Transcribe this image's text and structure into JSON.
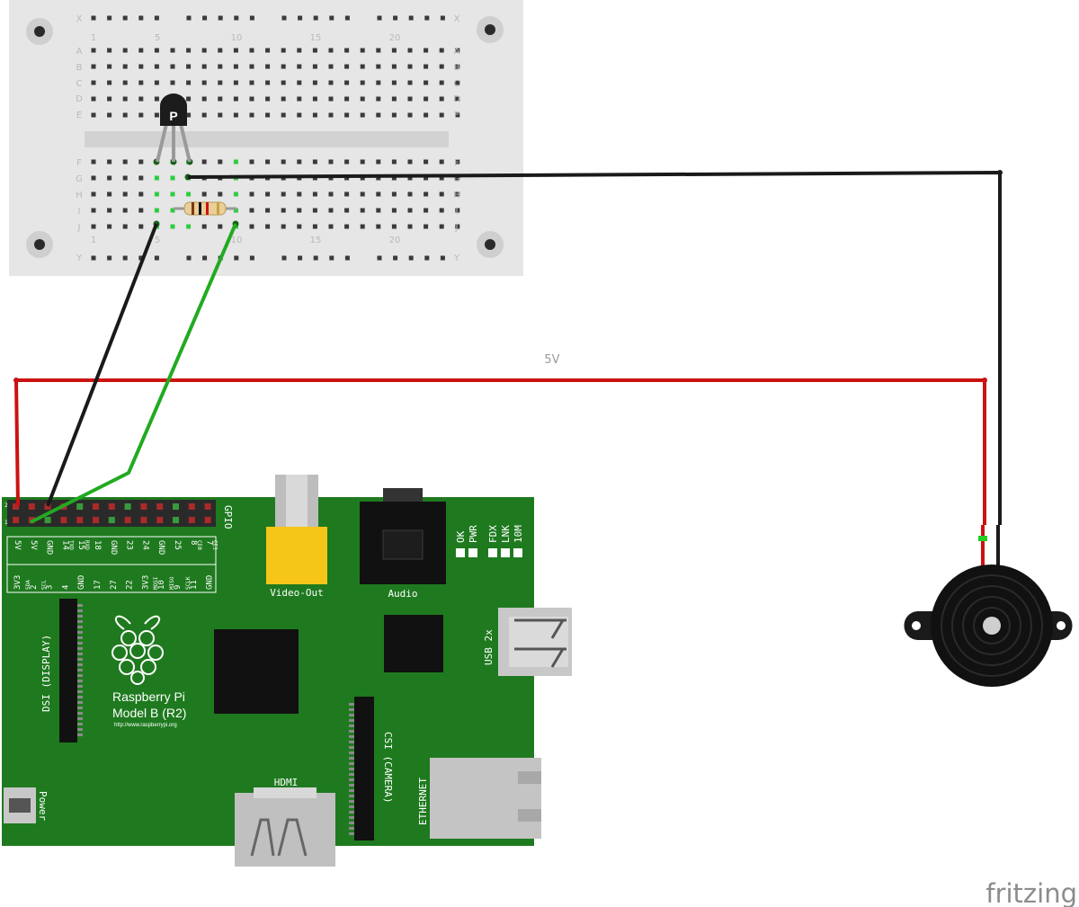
{
  "breadboard": {
    "row_letters_top": [
      "X",
      "A",
      "B",
      "C",
      "D",
      "E"
    ],
    "row_letters_bottom": [
      "F",
      "G",
      "H",
      "I",
      "J",
      "Y"
    ],
    "column_numbers": [
      "1",
      "5",
      "10",
      "15",
      "20"
    ]
  },
  "transistor": {
    "label": "P"
  },
  "wires": {
    "supply_label": "5V"
  },
  "raspberry_pi": {
    "name": "Raspberry Pi",
    "model": "Model B (R2)",
    "url": "http://www.raspberrypi.org",
    "gpio_label": "GPIO",
    "pin_numbers": [
      "1",
      "2"
    ],
    "pins_top": [
      "5V",
      "5V",
      "GND",
      "14",
      "15",
      "18",
      "GND",
      "23",
      "24",
      "GND",
      "25",
      "8",
      "7"
    ],
    "pins_top_sub": [
      "",
      "",
      "",
      "TXD",
      "RXD",
      "",
      "",
      "",
      "",
      "",
      "",
      "CE0",
      "CE1"
    ],
    "pins_bottom": [
      "3V3",
      "2",
      "3",
      "4",
      "GND",
      "17",
      "27",
      "22",
      "3V3",
      "10",
      "9",
      "11",
      "GND"
    ],
    "pins_bottom_sub": [
      "",
      "SDA",
      "SCL",
      "",
      "",
      "",
      "",
      "",
      "",
      "MOSI",
      "MISO",
      "SCLK",
      ""
    ],
    "leds": [
      "OK",
      "PWR",
      "FDX",
      "LNK",
      "10M"
    ],
    "labels": {
      "video_out": "Video-Out",
      "audio": "Audio",
      "usb": "USB 2x",
      "dsi": "DSI (DISPLAY)",
      "csi": "CSI (CAMERA)",
      "hdmi": "HDMI",
      "ethernet": "ETHERNET",
      "power": "Power"
    }
  },
  "watermark": "fritzing",
  "colors": {
    "board_green": "#1f7a1f",
    "breadboard": "#e8e8e8",
    "wire_red": "#cc1111",
    "wire_black": "#1a1a1a",
    "wire_green": "#22aa22",
    "video_yellow": "#f5c518"
  }
}
